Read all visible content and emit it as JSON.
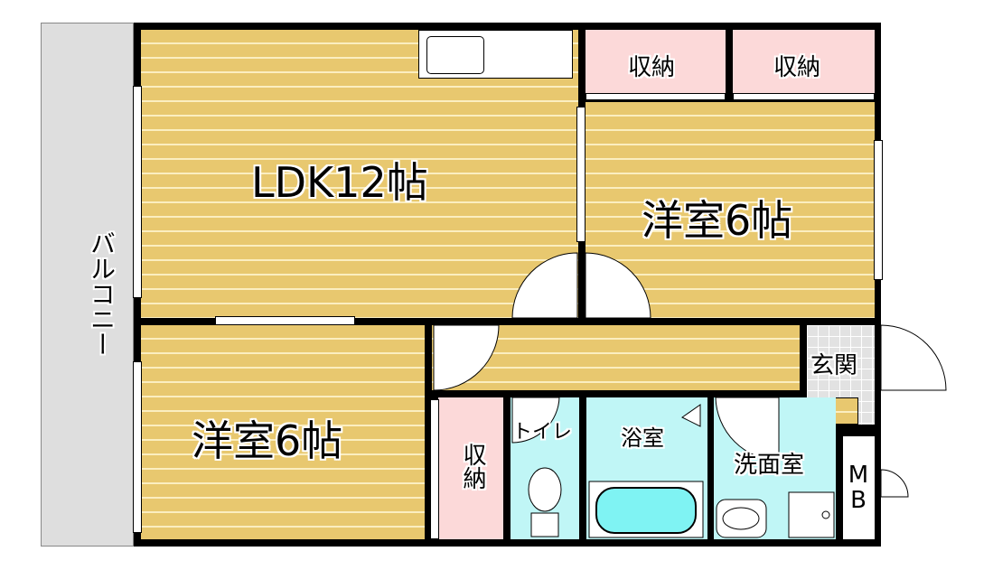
{
  "rooms": {
    "ldk": "LDK12帖",
    "western_right": "洋室6帖",
    "western_left": "洋室6帖",
    "storage_top_1": "収納",
    "storage_top_2": "収納",
    "storage_bottom": "収納",
    "balcony": "バルコニー",
    "entrance": "玄関",
    "toilet": "トイレ",
    "bath": "浴室",
    "washroom": "洗面室",
    "mb": "MB"
  },
  "colors": {
    "wood": "#e8c86f",
    "storage": "#fcd9d9",
    "wet": "#c0f6f6",
    "balcony": "#dedede",
    "wall": "#000000"
  }
}
